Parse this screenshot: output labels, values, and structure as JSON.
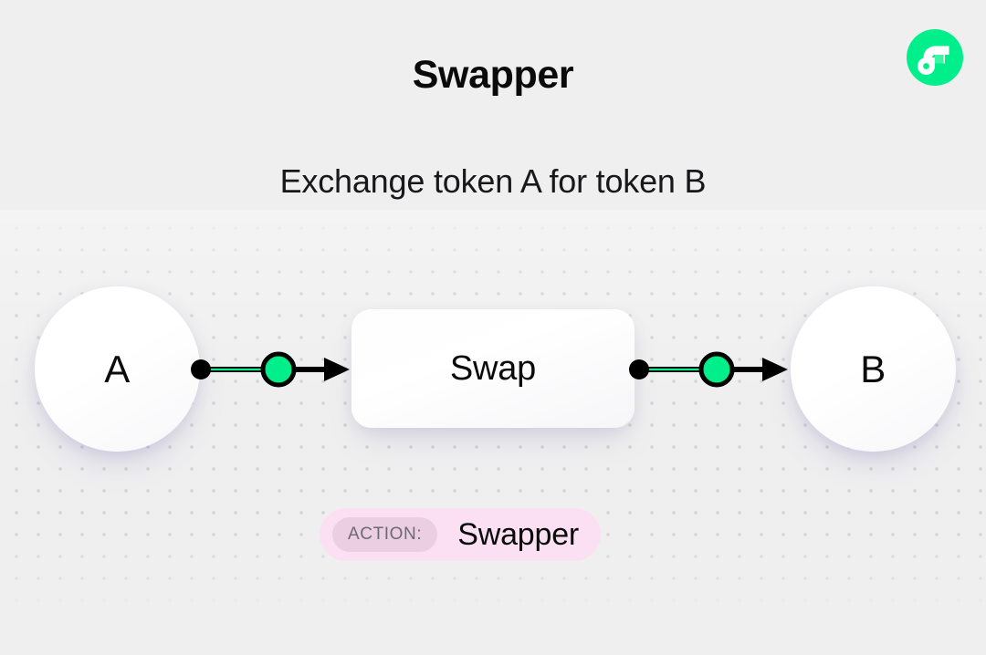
{
  "header": {
    "title": "Swapper",
    "subtitle": "Exchange token A for token B",
    "logo_name": "flow-logo"
  },
  "diagram": {
    "source_node": {
      "label": "A",
      "name": "token-a"
    },
    "process_node": {
      "label": "Swap",
      "name": "swap-process"
    },
    "target_node": {
      "label": "B",
      "name": "token-b"
    },
    "connectors": [
      {
        "name": "connector-a-to-swap",
        "from": "A",
        "to": "Swap"
      },
      {
        "name": "connector-swap-to-b",
        "from": "Swap",
        "to": "B"
      }
    ]
  },
  "action_badge": {
    "key": "ACTION:",
    "value": "Swapper"
  },
  "colors": {
    "accent_green": "#00ef8b",
    "accent_green_light": "#3df5a4",
    "background": "#efefef",
    "dot_grid": "#cfcfd4",
    "badge_background": "#fbe0f4",
    "badge_key_background": "#eccee2",
    "badge_key_text": "#6d6a70",
    "stroke_black": "#000000",
    "node_surface": "#ffffff",
    "text_primary": "#0b0b0c"
  }
}
